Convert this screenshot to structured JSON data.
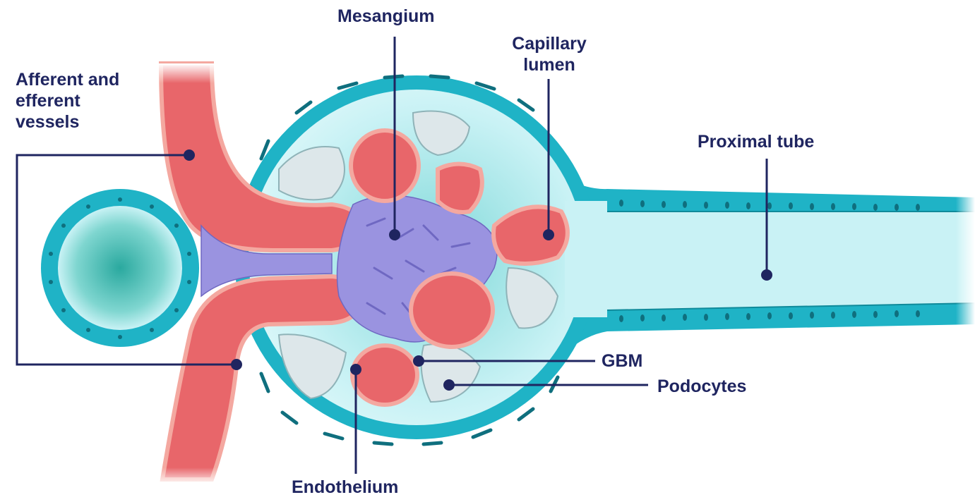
{
  "labels": {
    "mesangium": "Mesangium",
    "capillary_lumen": [
      "Capillary",
      "lumen"
    ],
    "afferent_efferent": [
      "Afferent and",
      "efferent",
      "vessels"
    ],
    "proximal_tube": "Proximal tube",
    "gbm": "GBM",
    "podocytes": "Podocytes",
    "endothelium": "Endothelium"
  },
  "colors": {
    "label_text": "#1f2560",
    "leader_line": "#1f2560",
    "epithelium": "#1fb3c6",
    "epithelium_dark": "#0f8a9a",
    "capsule_space": "#c9f2f5",
    "vessel": "#e8666a",
    "endothelium": "#f4a8a0",
    "mesangium": "#9a93e0",
    "podocyte": "#dde7ea",
    "macula_center": "#2aa99f"
  }
}
